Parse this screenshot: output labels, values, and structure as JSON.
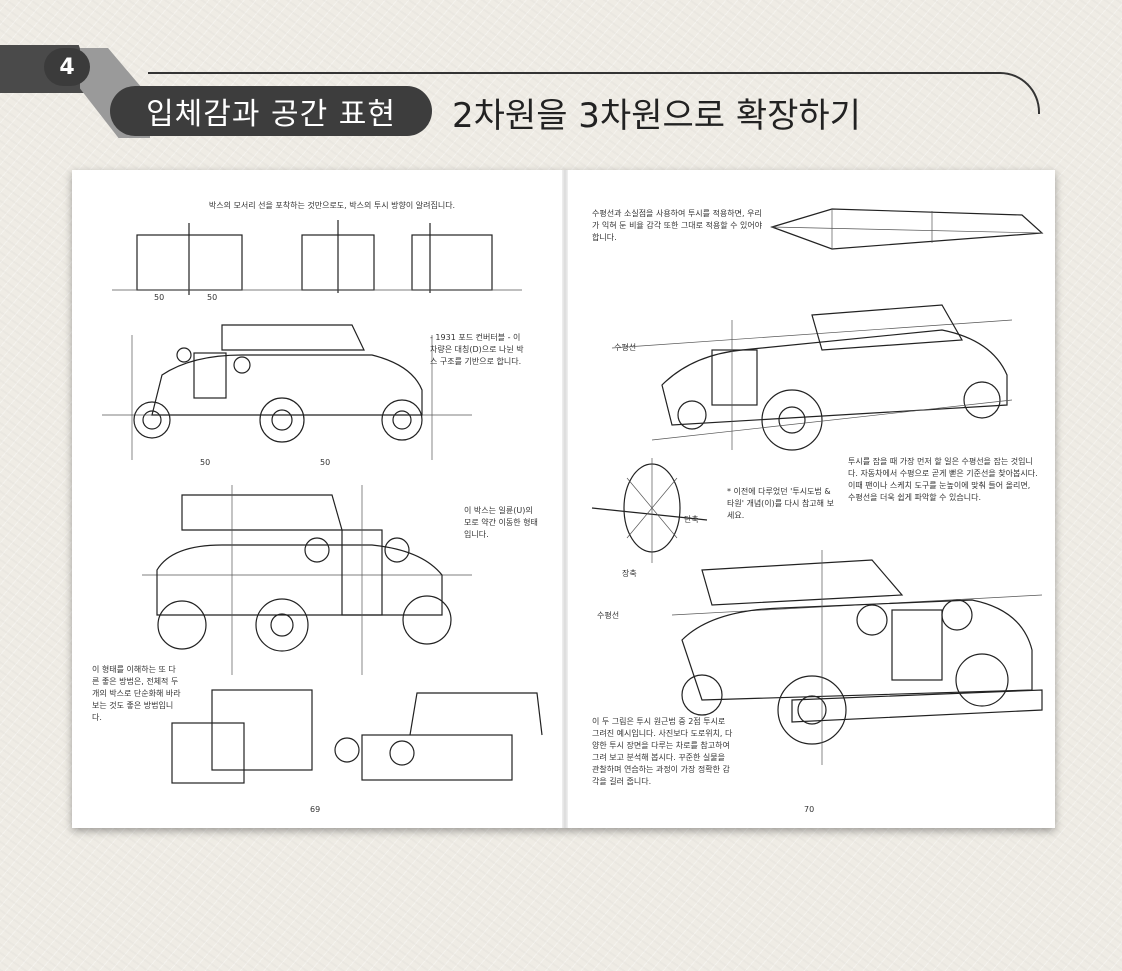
{
  "header": {
    "chapter_number": "4",
    "chapter_title": "입체감과 공간 표현",
    "subtitle": "2차원을 3차원으로 확장하기"
  },
  "left_page": {
    "caption_top": "박스의 모서리 선을 포착하는 것만으로도, 박스의 투시 방향이 알려집니다.",
    "box_marks": [
      "50",
      "50"
    ],
    "caption_car1": "- 1931 포드 컨버터블 - 이 차량은 대칭(D)으로 나뉜 박스 구조를 기반으로 합니다.",
    "car1_marks": [
      "50",
      "50"
    ],
    "caption_car2": "이 박스는 일륜(U)의 모로 약간 이동한 형태입니다.",
    "caption_bottom": "이 형태를 이해하는 또 다른 좋은 방법은, 전체적 두 개의 박스로 단순화해 바라보는 것도 좋은 방법입니다.",
    "page_number": "69"
  },
  "right_page": {
    "caption_top": "수평선과 소실점을 사용하여 투시를 적용하면, 우리가 익혀 둔 비율 감각 또한 그대로 적용할 수 있어야 합니다.",
    "label_horizon_1": "수평선",
    "caption_middle": "투시를 잡을 때 가장 먼저 할 일은 수평선을 잡는 것입니다. 자동차에서 수평으로 곧게 뻗은 기준선을 찾아봅시다. 이때 팬이나 스케치 도구를 눈높이에 맞춰 들어 올리면, 수평선을 더욱 쉽게 파악할 수 있습니다.",
    "caption_ellipse": "* 이전에 다루었던 '투시도법 & 타원' 개념(이)를 다시 참고해 보세요.",
    "label_minor": "단축",
    "label_major": "장축",
    "label_horizon_2": "수평선",
    "caption_bottom": "이 두 그림은 투시 원근법 중 2점 투시로 그려진 예시입니다. 사진보다 도로위치, 다양한 투시 장면을 다루는 차로를 참고하여 그려 보고 분석해 봅시다. 꾸준한 실물을 관찰하며 연습하는 과정이 가장 정확한 감각을 길러 줍니다.",
    "page_number": "70"
  }
}
